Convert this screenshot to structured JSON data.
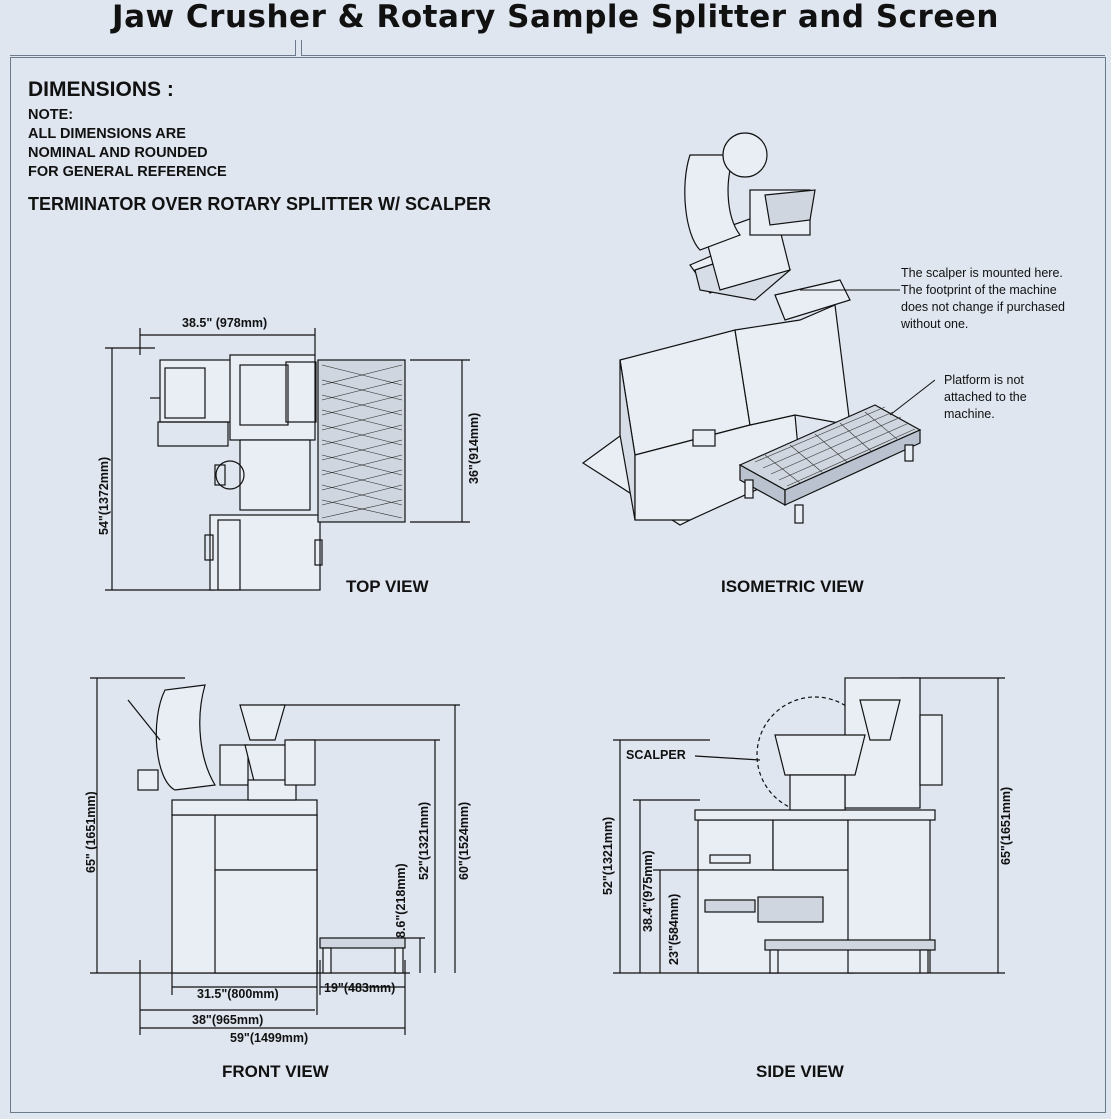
{
  "title": "Jaw Crusher & Rotary Sample Splitter and Screen",
  "dimensions_heading": "DIMENSIONS :",
  "note_lines": [
    "NOTE:",
    "ALL DIMENSIONS ARE",
    "NOMINAL AND ROUNDED",
    "FOR GENERAL REFERENCE"
  ],
  "subtitle": "TERMINATOR OVER ROTARY SPLITTER W/ SCALPER",
  "views": {
    "top": {
      "label": "TOP VIEW",
      "width": "38.5\" (978mm)",
      "depth": "54\"(1372mm)",
      "screen_depth": "36\"(914mm)"
    },
    "isometric": {
      "label": "ISOMETRIC VIEW",
      "callout_scalper": [
        "The scalper is mounted here.",
        "The footprint of the machine",
        "does not change if purchased",
        "without one."
      ],
      "callout_platform": [
        "Platform is not",
        "attached to the",
        "machine."
      ]
    },
    "front": {
      "label": "FRONT VIEW",
      "overall_height": "65\" (1651mm)",
      "height_52": "52\"(1321mm)",
      "height_60": "60\"(1524mm)",
      "step_height": "8.6\"(218mm)",
      "base_width": "31.5\"(800mm)",
      "platform_width": "19\"(483mm)",
      "width_38": "38\"(965mm)",
      "overall_width": "59\"(1499mm)"
    },
    "side": {
      "label": "SIDE VIEW",
      "scalper": "SCALPER",
      "height_52": "52\"(1321mm)",
      "height_38": "38.4\"(975mm)",
      "height_23": "23\"(584mm)",
      "overall_height": "65\"(1651mm)"
    }
  }
}
